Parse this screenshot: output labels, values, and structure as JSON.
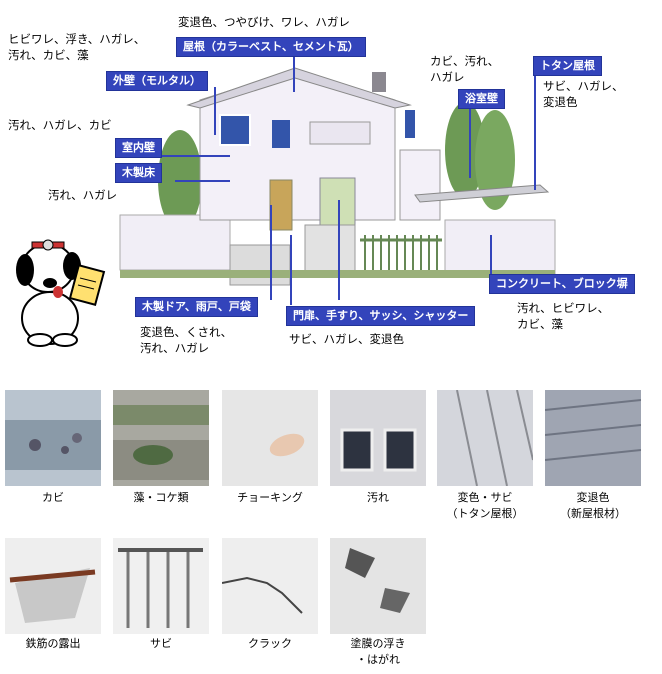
{
  "labels": {
    "roof": "屋根（カラーベスト、セメント瓦）",
    "outer_wall": "外壁（モルタル）",
    "bath_wall": "浴室壁",
    "tin_roof": "トタン屋根",
    "inner_wall": "室内壁",
    "wood_floor": "木製床",
    "wood_door": "木製ドア、雨戸、戸袋",
    "gate": "門扉、手すり、サッシ、シャッター",
    "concrete": "コンクリート、ブロック塀"
  },
  "notes": {
    "roof_top": "変退色、つやびけ、ワレ、ハガレ",
    "outer_wall_1": "ヒビワレ、浮き、ハガレ、",
    "outer_wall_2": "汚れ、カビ、藻",
    "bath_1": "カビ、汚れ、",
    "bath_2": "ハガレ",
    "tin_1": "サビ、ハガレ、",
    "tin_2": "変退色",
    "inner_wall": "汚れ、ハガレ、カビ",
    "wood_floor": "汚れ、ハガレ",
    "wood_door_1": "変退色、くされ、",
    "wood_door_2": "汚れ、ハガレ",
    "gate": "サビ、ハガレ、変退色",
    "concrete_1": "汚れ、ヒビワレ、",
    "concrete_2": "カビ、藻"
  },
  "examples": [
    {
      "caption": "カビ"
    },
    {
      "caption": "藻・コケ類"
    },
    {
      "caption": "チョーキング"
    },
    {
      "caption": "汚れ"
    },
    {
      "caption_1": "変色・サビ",
      "caption_2": "（トタン屋根）"
    },
    {
      "caption_1": "変退色",
      "caption_2": "（新屋根材）"
    },
    {
      "caption": "鉄筋の露出"
    },
    {
      "caption": "サビ"
    },
    {
      "caption": "クラック"
    },
    {
      "caption_1": "塗膜の浮き",
      "caption_2": "・はがれ"
    }
  ],
  "colors": {
    "label_bg": "#3344bb"
  }
}
